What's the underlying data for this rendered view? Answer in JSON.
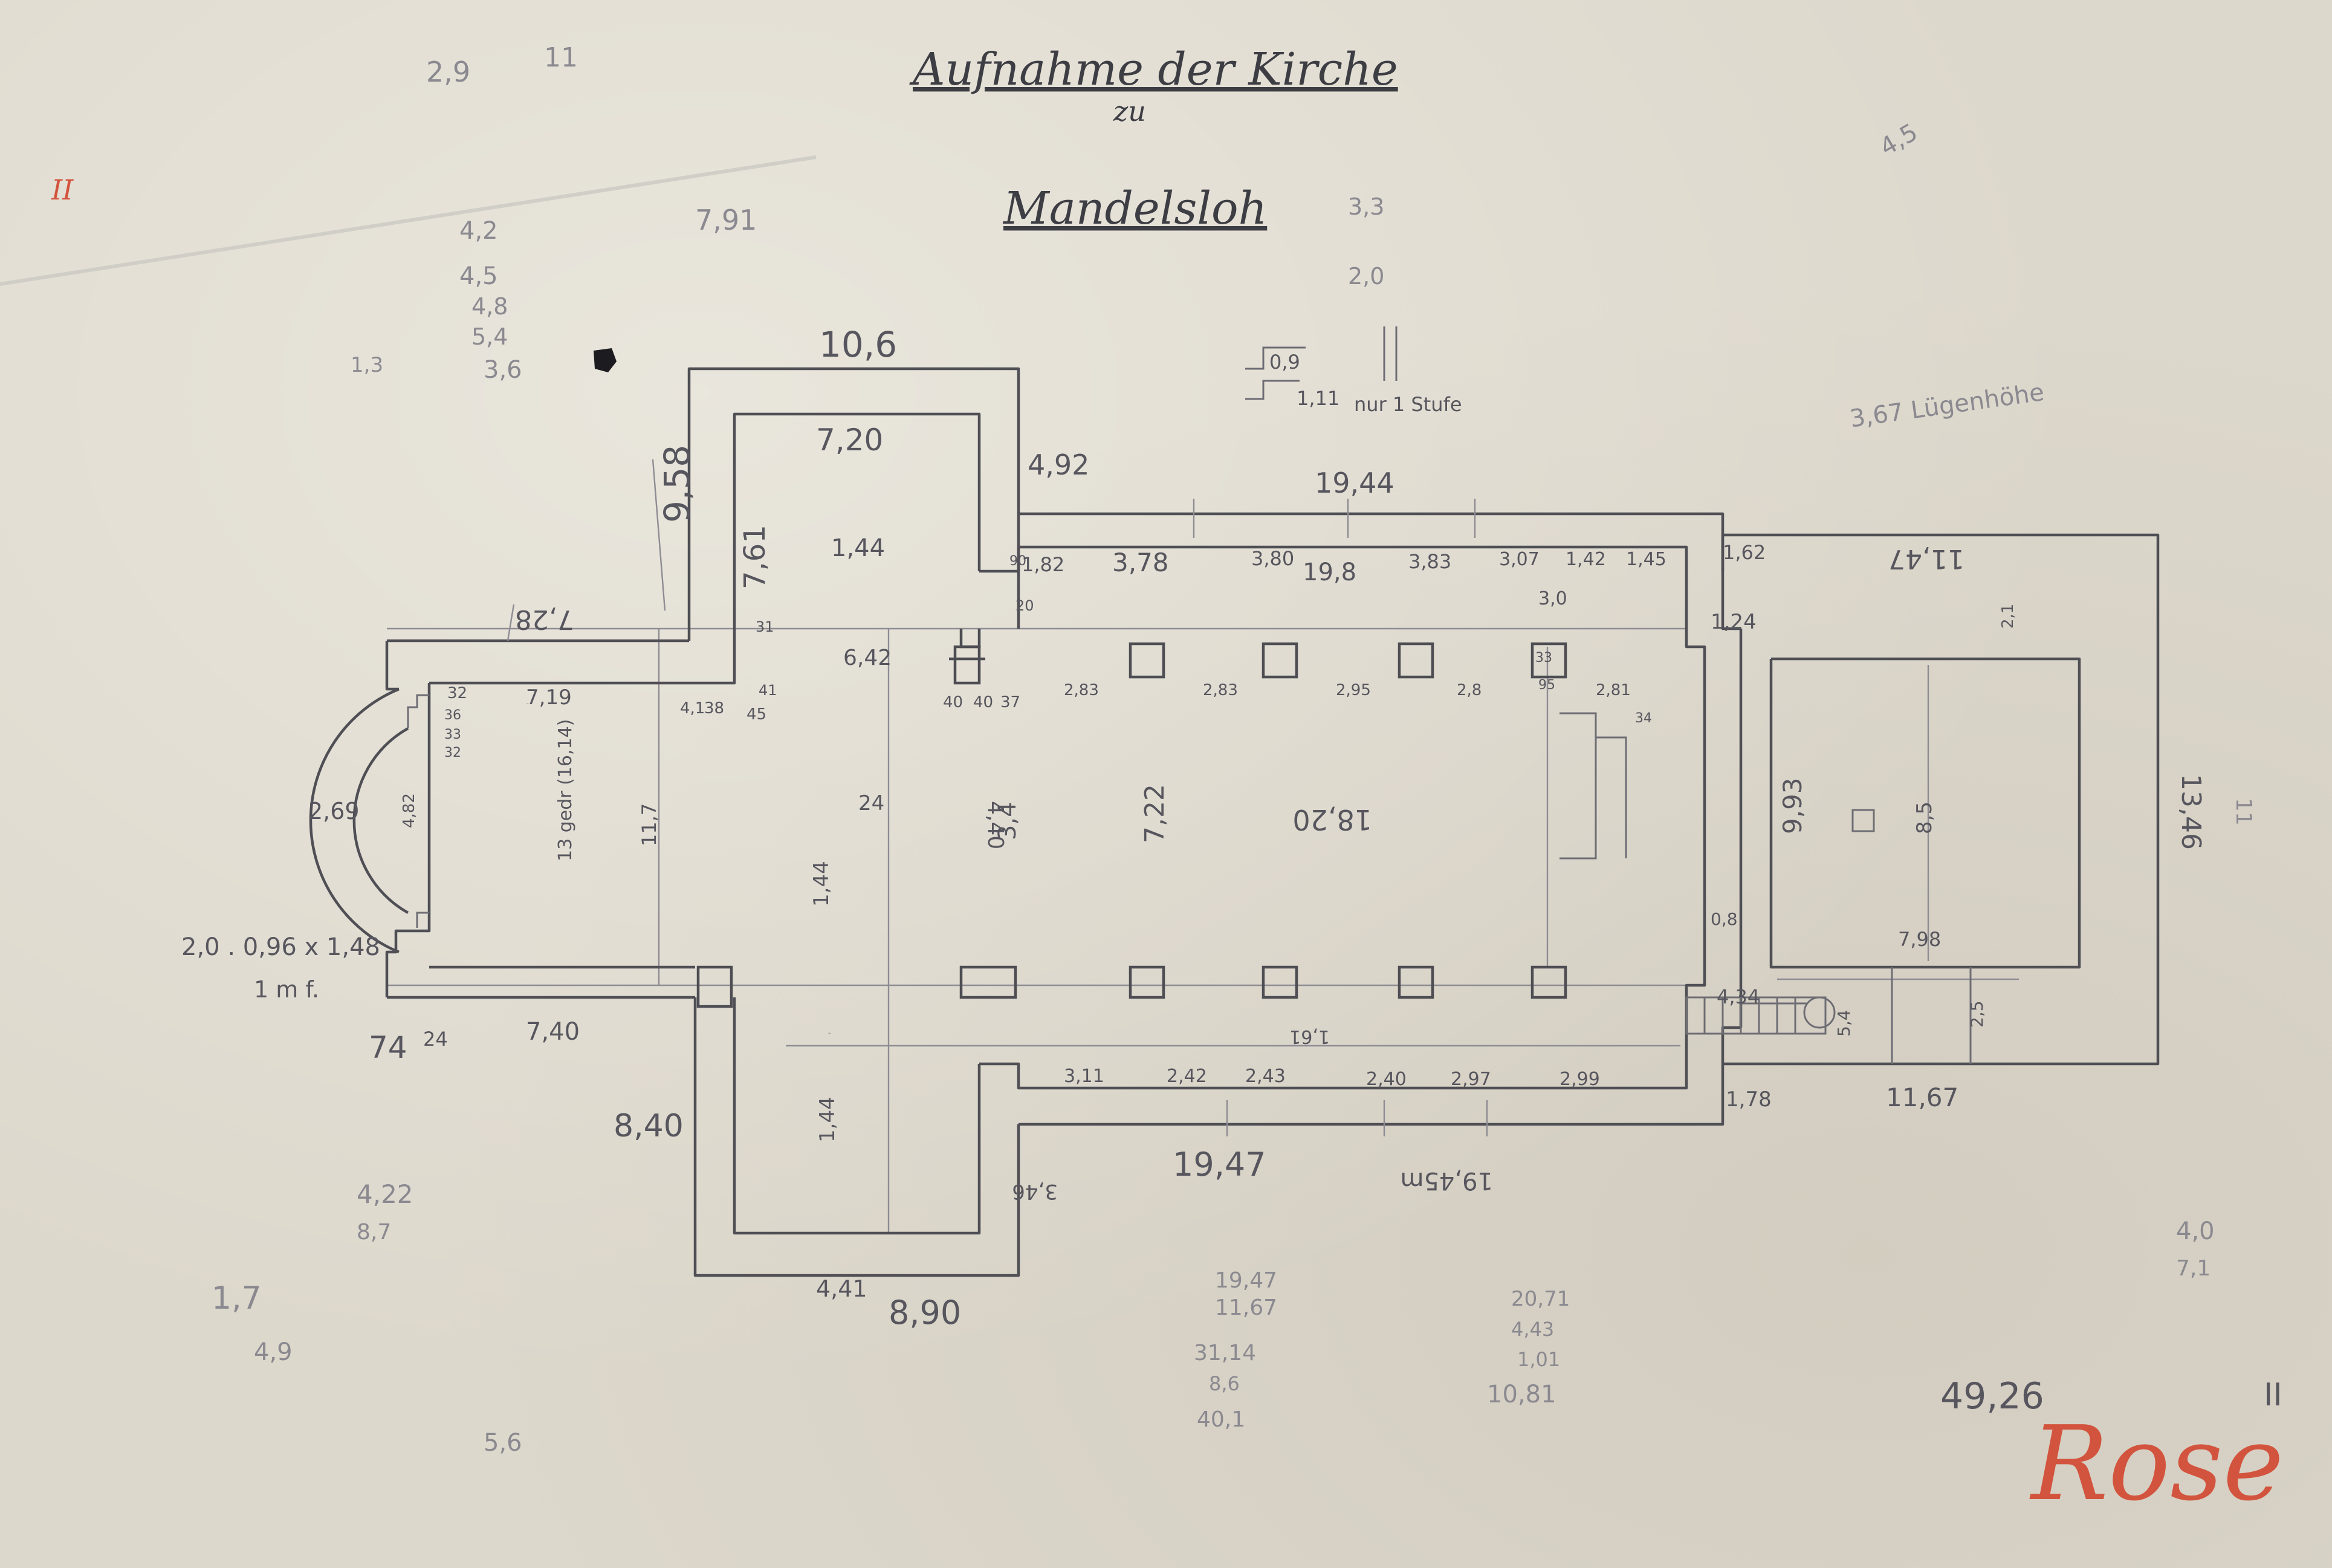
{
  "title": {
    "line1": "Aufnahme der Kirche",
    "line2": "zu",
    "line3": "Mandelsloh"
  },
  "signature": "Rose",
  "sheet_number": "49,26",
  "corner_marks": {
    "top_left": "II",
    "bottom_right": "II"
  },
  "tower_north": {
    "top": "10,6",
    "width": "7,20",
    "side": "4,92",
    "inner": "7,61",
    "center": "1,44",
    "outer": "9,58"
  },
  "nave": {
    "north_total": "19,44",
    "north_bays": [
      "1,82",
      "3,78",
      "3,80",
      "3,83",
      "3,07",
      "1,42",
      "1,45"
    ],
    "north_inner": "19,8",
    "bay_gaps": [
      "2,83",
      "2,83",
      "2,95",
      "2,8",
      "2,81"
    ],
    "pier_center": "3,0",
    "east_width": "7,22",
    "center_len": "18,20",
    "width": "6,42",
    "lower_values": [
      "3,4",
      "4,40",
      "1,44",
      "24",
      "1,44"
    ],
    "south_bays": [
      "3,11",
      "2,42",
      "2,43",
      "2,40",
      "2,97",
      "2,99"
    ],
    "south_inner": "1,61",
    "south_total": "19,47",
    "south_note": "19,45m",
    "upper_row": [
      "7,19",
      "4,1",
      "38",
      "45",
      "40",
      "40",
      "37"
    ],
    "pier_small": [
      "31",
      "41",
      "20",
      "90",
      "33",
      "95",
      "34"
    ]
  },
  "apse": {
    "radius": "2,69",
    "side": "4,82",
    "west_len": "7,19",
    "inner_len": "11,7",
    "step_values": [
      "32",
      "36",
      "33",
      "32"
    ],
    "label": "13 gedr (16,14)",
    "opening": "2,0 . 0,96 x 1,48",
    "opening_note": "1 m f.",
    "bottom_len": "7,40",
    "bottom_small": [
      "74",
      "24"
    ],
    "top_len": "7,28"
  },
  "tower_south": {
    "bottom": "4,41",
    "total": "8,90",
    "side": "8,40",
    "center": "1,44",
    "bottom_side": "3,46"
  },
  "sacristy": {
    "top": "11,47",
    "side_top": "1,62",
    "width": "1,24",
    "inner": "9,93",
    "center": "8,5",
    "bottom": "7,98",
    "right": "13,46",
    "bottom_total": "11,67",
    "stair": "4,34",
    "left_bottom": "1,78",
    "small": [
      "0,8",
      "5,4",
      "2,5",
      "2,1"
    ]
  },
  "detail_sketch": {
    "upper": "0,9",
    "lower": "1,11",
    "note": "nur 1 Stufe"
  },
  "marginal_notes": {
    "top_right": "3,67 Lügenhöhe",
    "scribbles": [
      "2,9",
      "11",
      "4,2",
      "7,91",
      "4,5",
      "3,6",
      "1,3",
      "4,8",
      "5,4",
      "3,3",
      "2,0",
      "1,7",
      "4,9",
      "4,22",
      "8,7",
      "5,6",
      "4,0",
      "7,1",
      "4,5",
      "11"
    ],
    "sums_center": [
      "19,47",
      "11,67",
      "31,14",
      "8,6",
      "40,1"
    ],
    "sums_right": [
      "20,71",
      "4,43",
      "1,01",
      "10,81"
    ]
  }
}
